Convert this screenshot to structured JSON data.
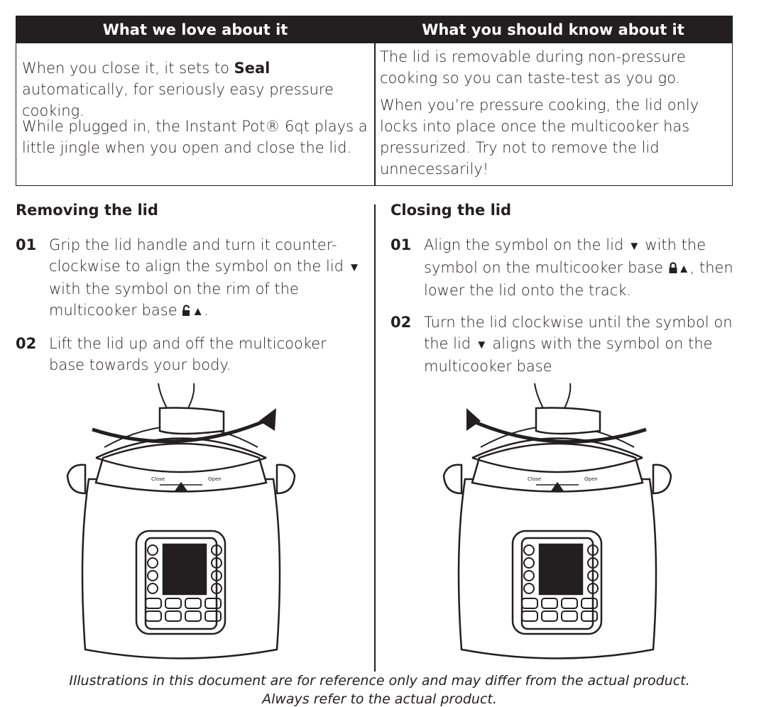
{
  "table": {
    "col1_header": "What we love about it",
    "col2_header": "What you should know about it",
    "col1_p1_pre": "When you close it, it sets to ",
    "col1_p1_bold": "Seal",
    "col1_p1_post": " automatically, for seriously easy pressure cooking.",
    "col1_p2": "While plugged in, the Instant Pot® 6qt  plays a little jingle when you open and close the lid.",
    "col2_p1": "The lid is removable during non-pressure cooking so you can taste-test as you go.",
    "col2_p2": "When you’re pressure cooking, the lid only locks into place once the multicooker has pressurized. Try not to remove the lid unnecessarily!"
  },
  "removing": {
    "title": "Removing the lid",
    "steps": [
      {
        "num": "01",
        "pre": "Grip the lid handle and turn it counter-clockwise to align the symbol on the lid ",
        "mid": " with the symbol on the rim of the multicooker base ",
        "post": "."
      },
      {
        "num": "02",
        "text": "Lift the lid up and off the multicooker base towards your body."
      }
    ]
  },
  "closing": {
    "title": "Closing the lid",
    "steps": [
      {
        "num": "01",
        "pre": "Align the symbol on the lid ",
        "mid": " with the symbol on the multicooker base ",
        "post": ", then lower the lid onto the track."
      },
      {
        "num": "02",
        "pre": "Turn the lid clockwise until the symbol on the lid ",
        "post": " aligns with the symbol on the multicooker base"
      }
    ]
  },
  "symbols": {
    "down_triangle": "▼",
    "up_triangle": "▲"
  },
  "illustration": {
    "lid_close_label": "Close",
    "lid_open_label": "Open"
  },
  "footer": {
    "line1": "Illustrations in this document are for reference only and may differ from the actual product.",
    "line2": "Always refer to the actual product."
  }
}
